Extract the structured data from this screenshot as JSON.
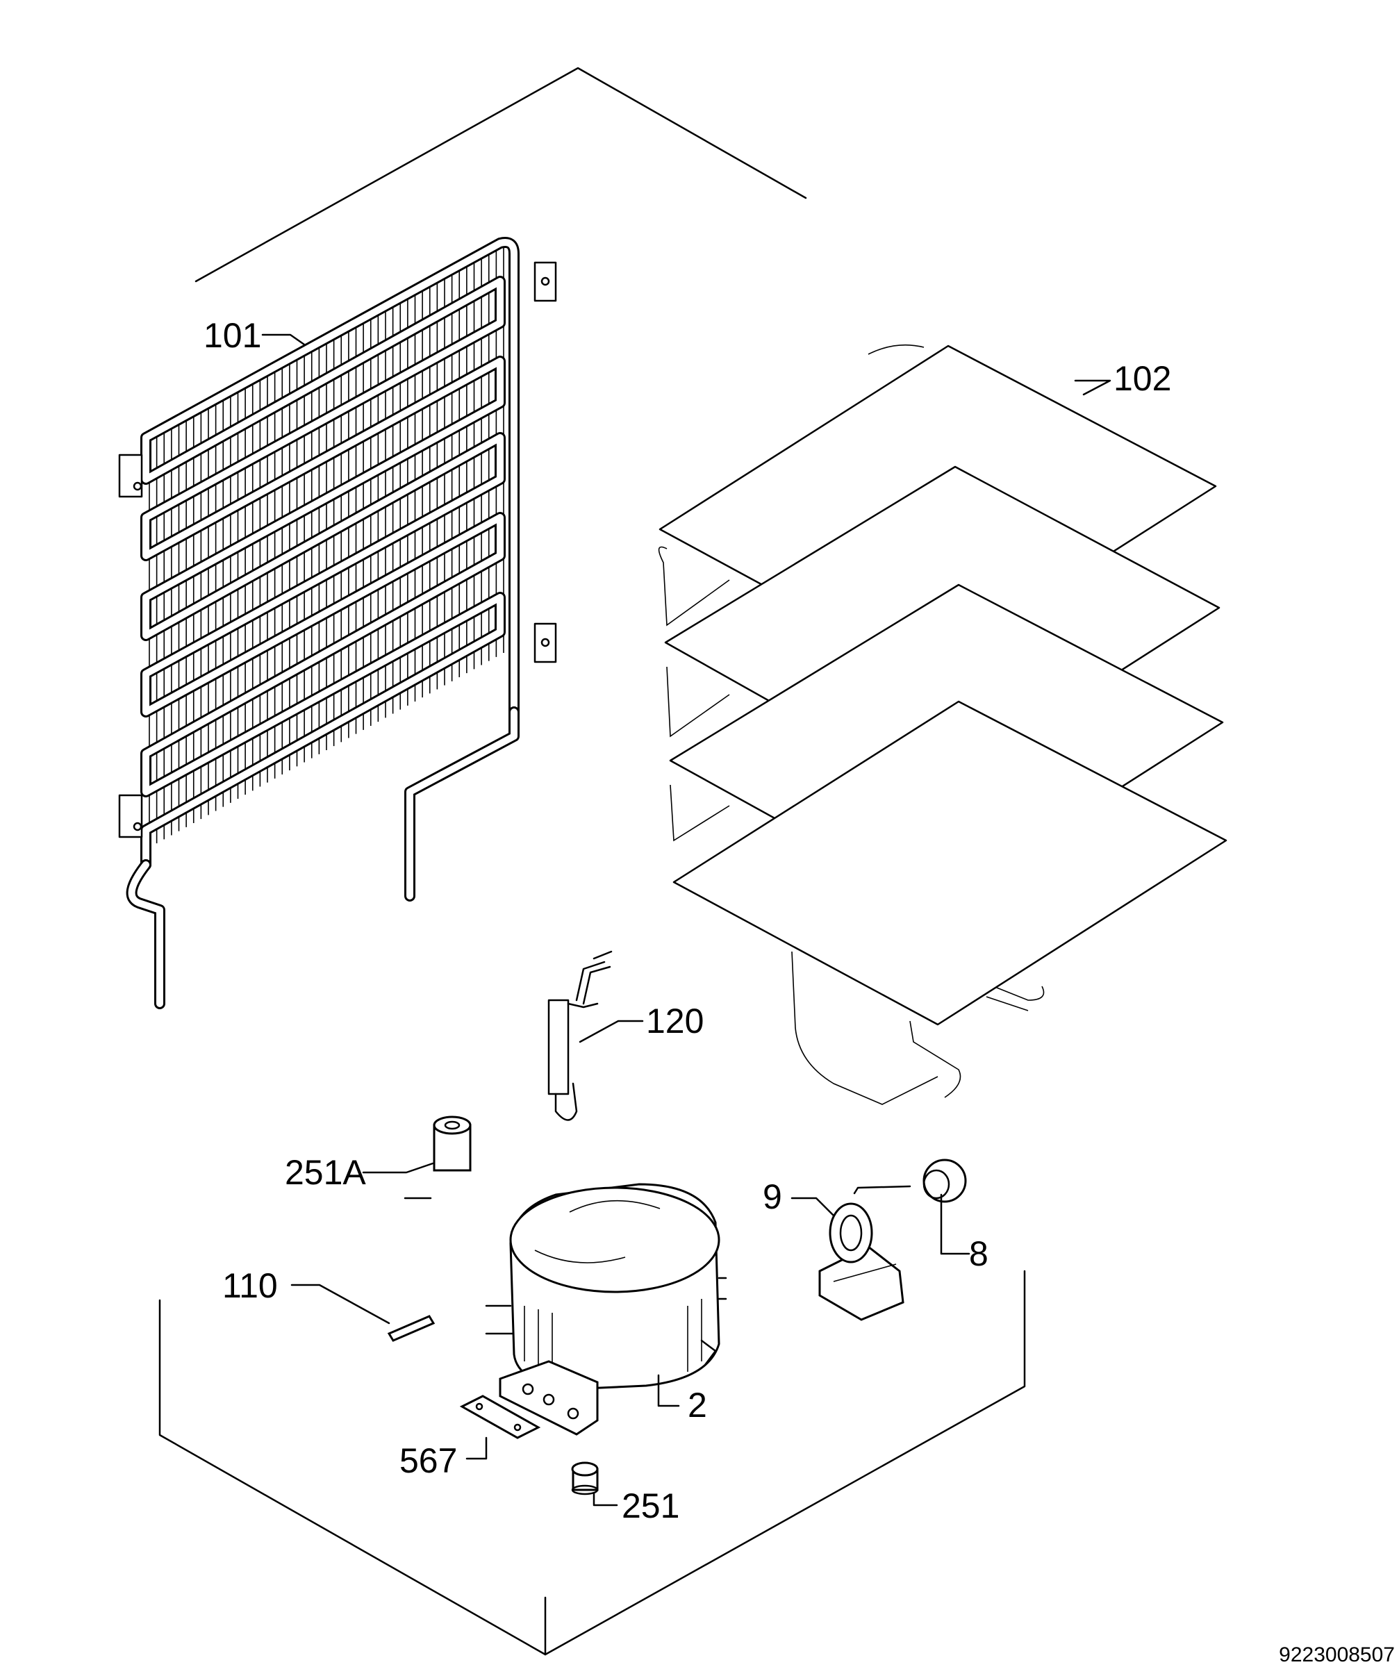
{
  "diagram": {
    "labels": {
      "condenser": "101",
      "shelves": "102",
      "filter_drier": "120",
      "grommet_a": "251A",
      "grommet": "251",
      "relay": "9",
      "overload": "8",
      "pin": "110",
      "compressor": "2",
      "bracket": "567"
    },
    "drawing_code": "9223008507"
  }
}
